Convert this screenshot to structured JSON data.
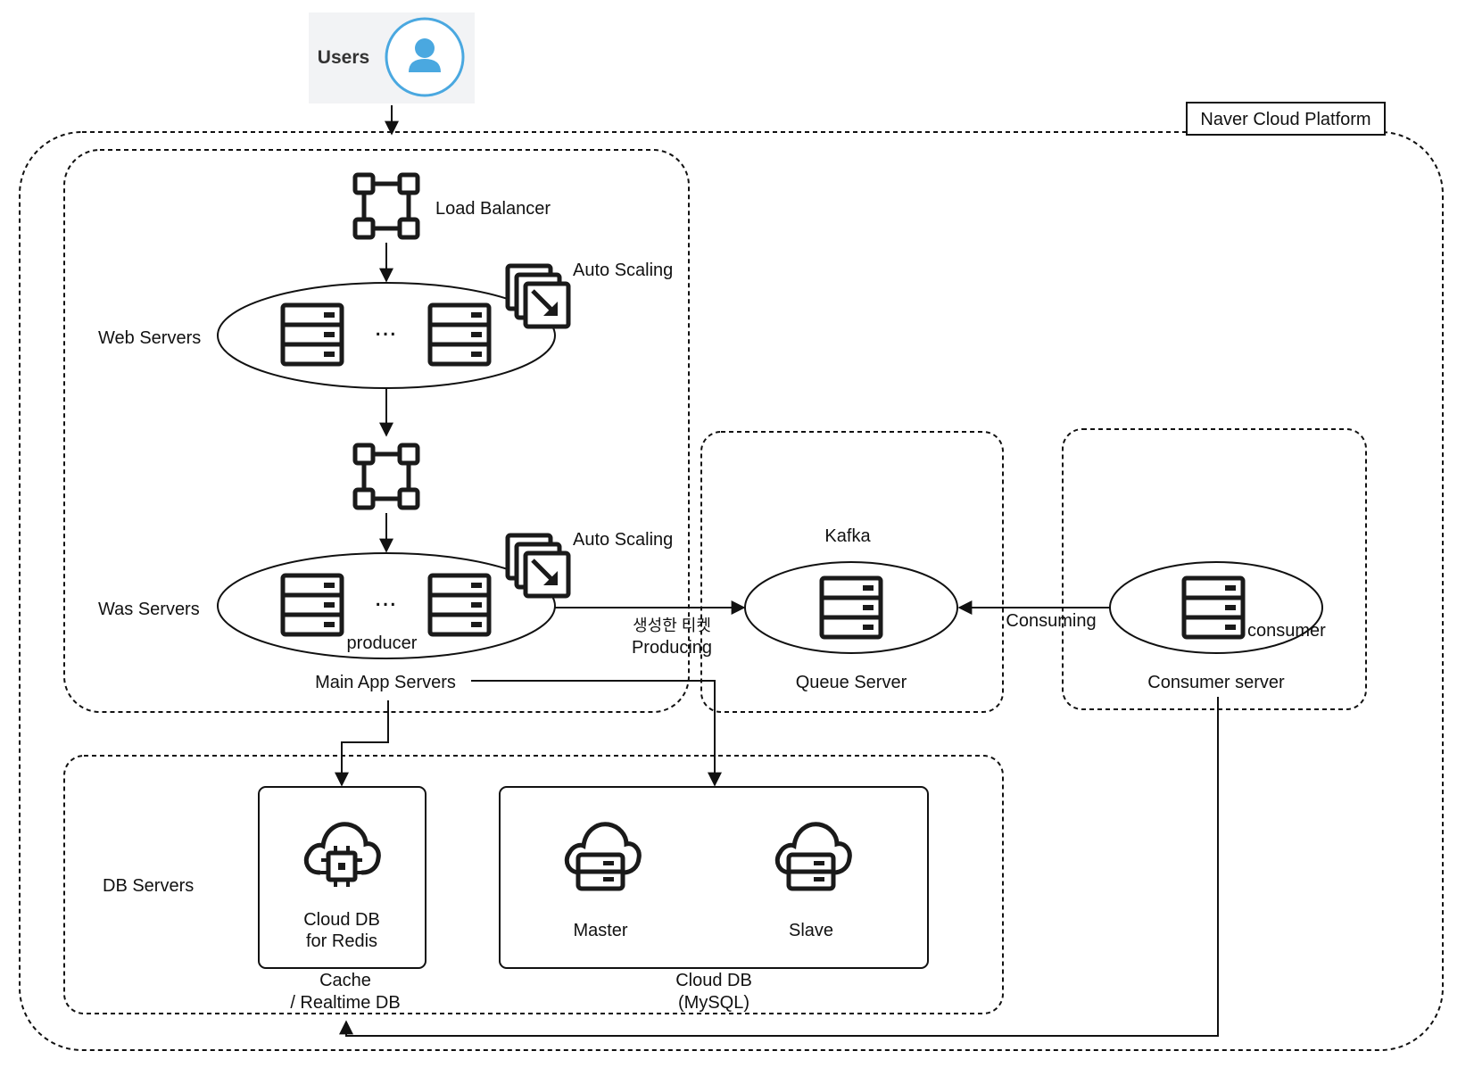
{
  "platform": {
    "label": "Naver Cloud Platform"
  },
  "users": {
    "label": "Users",
    "icon": "user-icon",
    "accent": "#4aa8e0",
    "bg": "#f2f3f5"
  },
  "web_tier": {
    "load_balancer_label": "Load Balancer",
    "auto_scaling_label_1": "Auto Scaling",
    "web_servers_label": "Web Servers",
    "ellipsis": "...",
    "auto_scaling_label_2": "Auto Scaling",
    "was_servers_label": "Was Servers",
    "producer_label": "producer",
    "group_label": "Main App Servers"
  },
  "producing": {
    "label_ko": "생성한 티켓",
    "label_en": "Producing"
  },
  "queue": {
    "kafka_label": "Kafka",
    "group_label": "Queue Server"
  },
  "consuming": {
    "label": "Consuming"
  },
  "consumer": {
    "inner_label": "consumer",
    "group_label": "Consumer server"
  },
  "db_tier": {
    "group_label": "DB Servers",
    "redis": {
      "line1": "Cloud DB",
      "line2": "for Redis",
      "caption1": "Cache",
      "caption2": "/ Realtime DB"
    },
    "mysql": {
      "master_label": "Master",
      "slave_label": "Slave",
      "caption1": "Cloud DB",
      "caption2": "(MySQL)"
    }
  }
}
